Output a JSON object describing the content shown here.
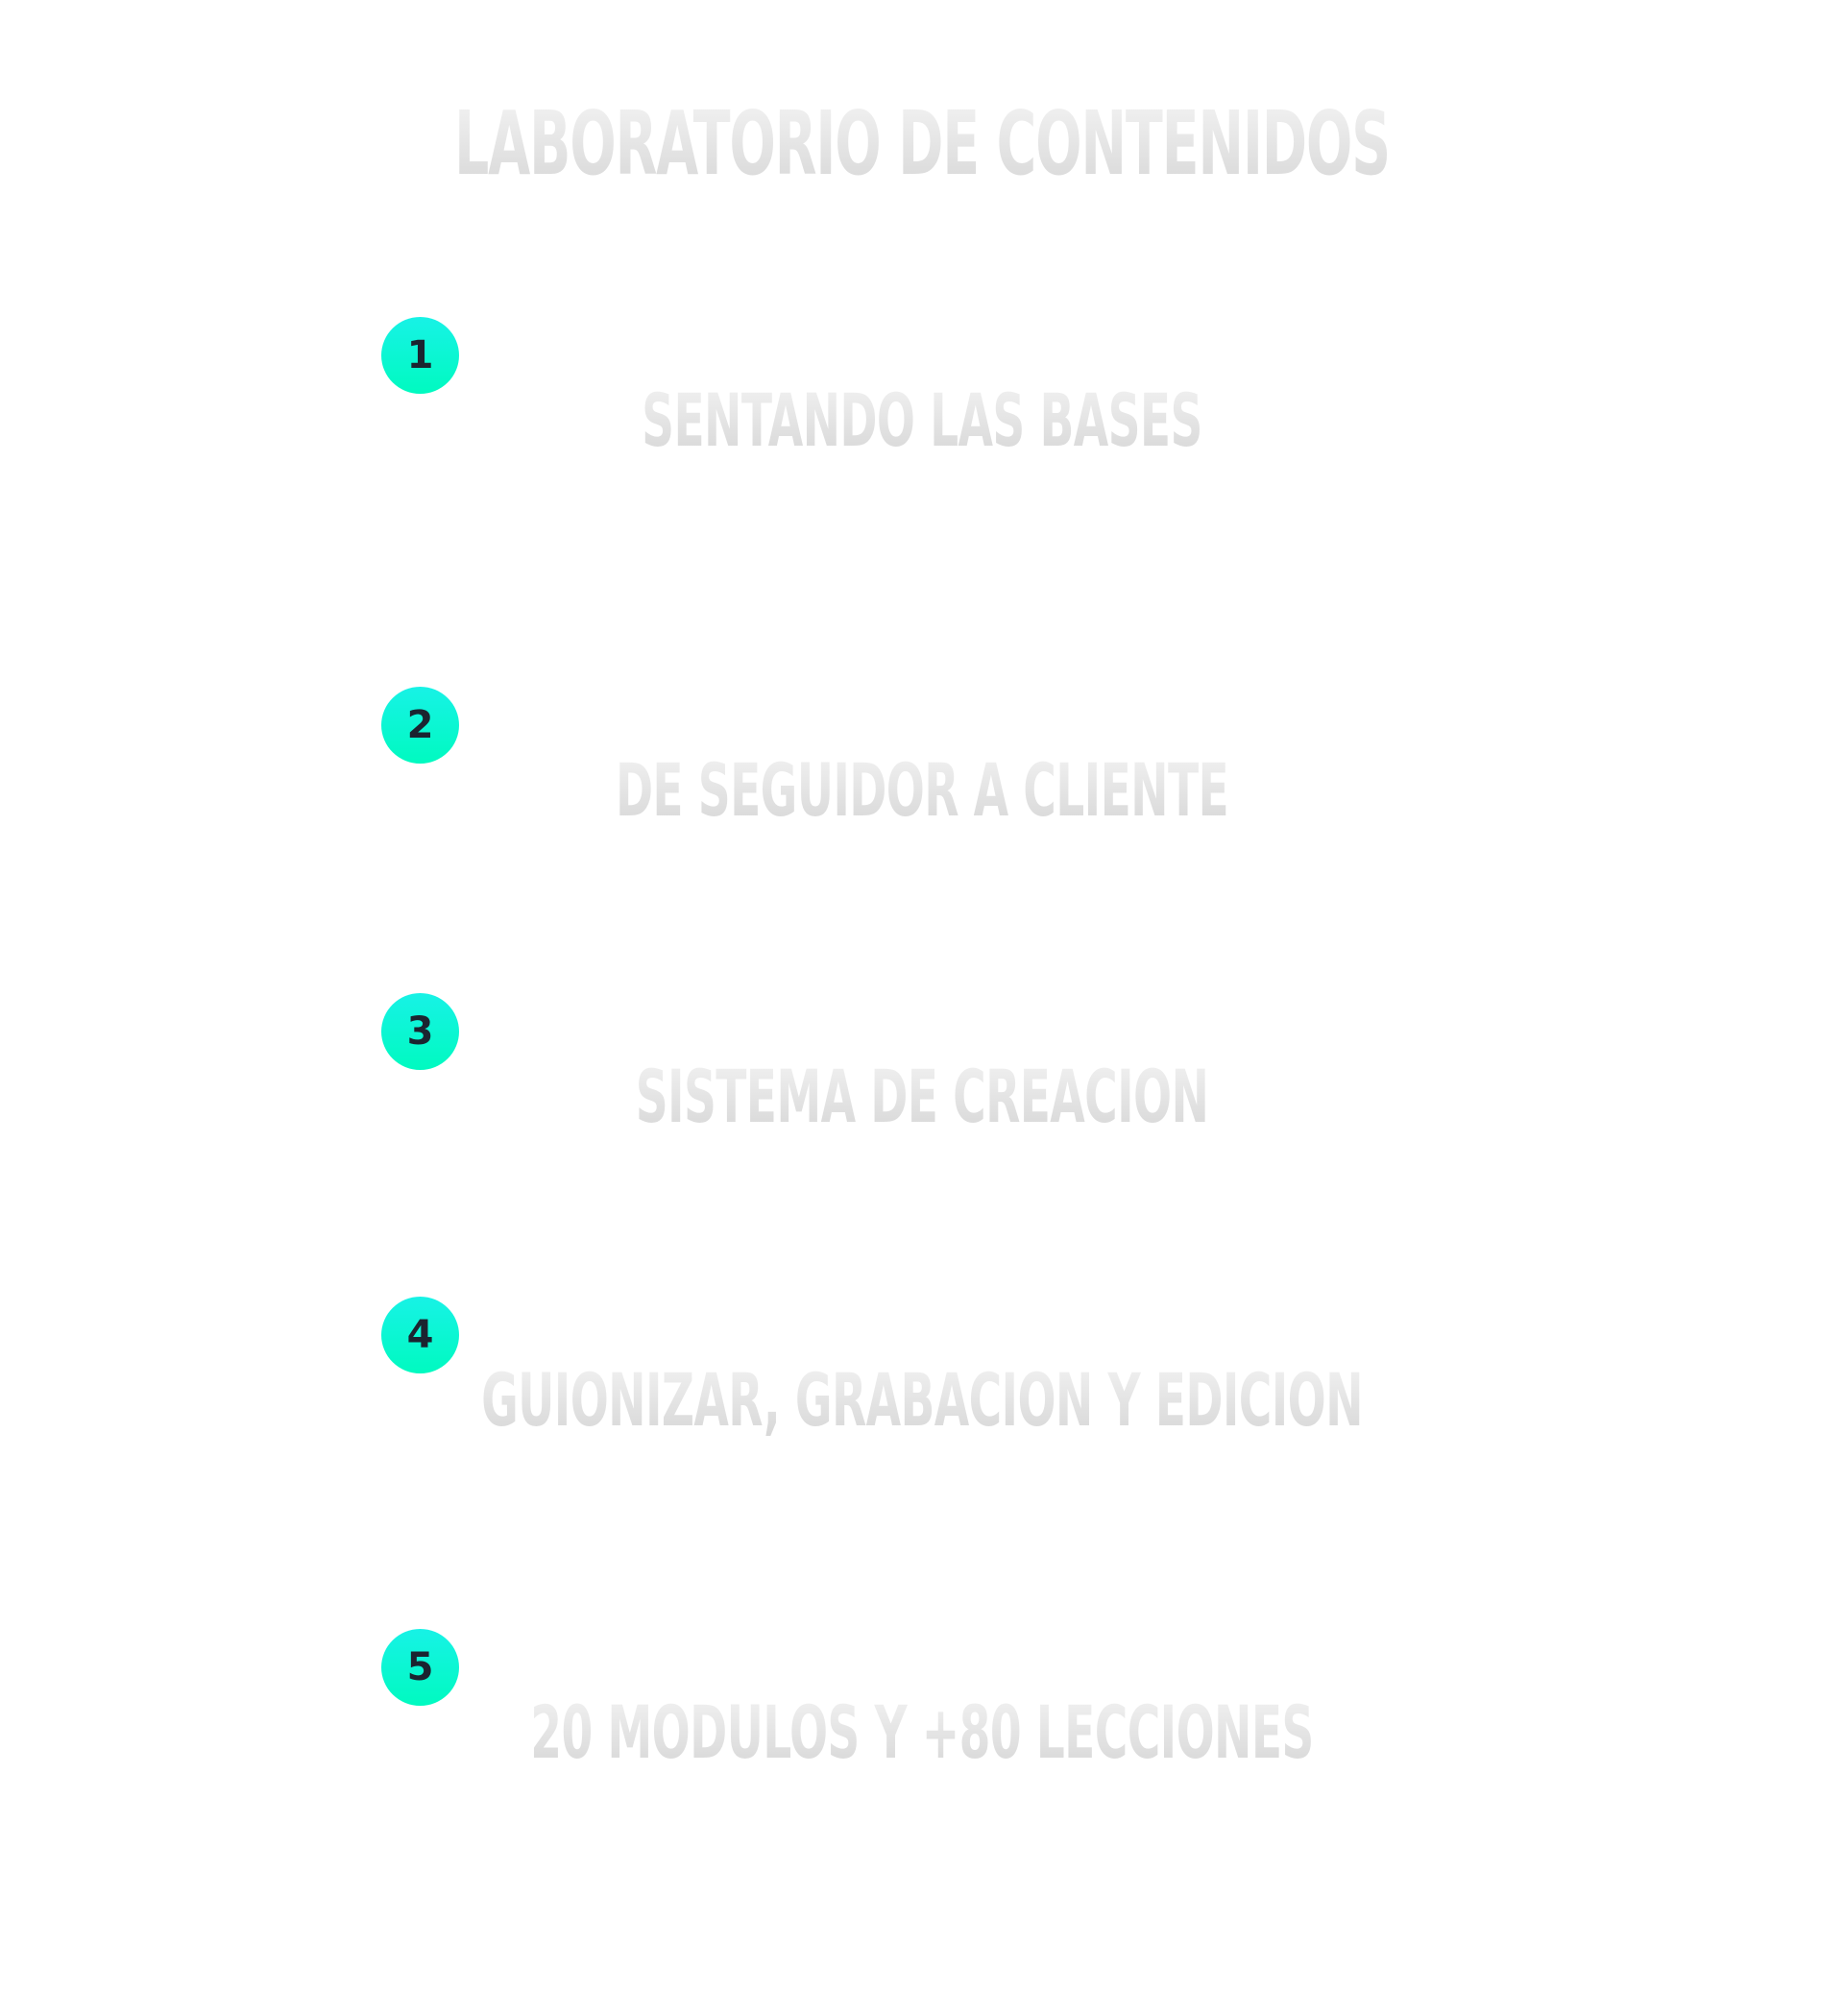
{
  "page": {
    "title": "LABORATORIO DE CONTENIDOS"
  },
  "modules": [
    {
      "number": "1",
      "title": "SENTANDO LAS BASES"
    },
    {
      "number": "2",
      "title": "DE SEGUIDOR A CLIENTE"
    },
    {
      "number": "3",
      "title": "SISTEMA DE CREACION"
    },
    {
      "number": "4",
      "title": "GUIONIZAR, GRABACION Y EDICION"
    },
    {
      "number": "5",
      "title": "20 MODULOS Y +80 LECCIONES"
    }
  ],
  "colors": {
    "badge_top": "#17f2e6",
    "badge_bottom": "#00fac0",
    "badge_text": "#1b2430",
    "heading_light": "#f3f3f3",
    "heading_dark": "#d5d5d5"
  }
}
